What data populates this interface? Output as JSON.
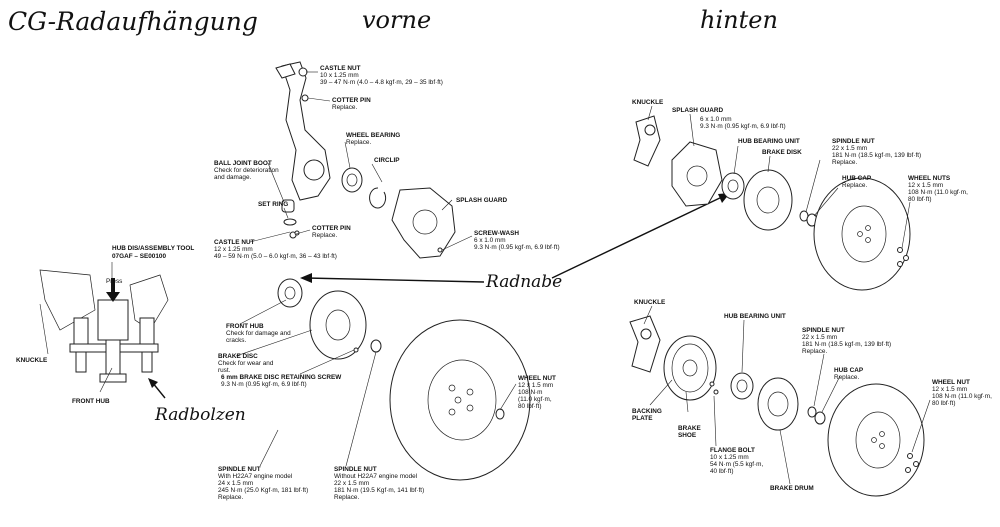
{
  "headings": {
    "title": "CG-Radaufhängung",
    "front": "vorne",
    "rear": "hinten"
  },
  "annotations": {
    "hub": "Radnabe",
    "bolts": "Radbolzen"
  },
  "front": {
    "castle_nut_top": [
      "CASTLE NUT",
      "10 x 1.25 mm",
      "39 – 47 N·m (4.0 – 4.8 kgf·m, 29 – 35 lbf·ft)"
    ],
    "cotter_pin_top": [
      "COTTER PIN",
      "Replace."
    ],
    "wheel_bearing": [
      "WHEEL BEARING",
      "Replace."
    ],
    "circlip": [
      "CIRCLIP"
    ],
    "ball_joint_boot": [
      "BALL JOINT BOOT",
      "Check for deterioration",
      "and damage."
    ],
    "set_ring": [
      "SET RING"
    ],
    "splash_guard": [
      "SPLASH GUARD"
    ],
    "cotter_pin_low": [
      "COTTER PIN",
      "Replace."
    ],
    "castle_nut_low": [
      "CASTLE NUT",
      "12 x 1.25 mm",
      "49 – 59 N·m (5.0 – 6.0 kgf·m, 36 – 43 lbf·ft)"
    ],
    "screw_washer": [
      "SCREW-WASH",
      "6 x 1.0 mm",
      "9.3 N·m (0.95 kgf·m, 6.9 lbf·ft)"
    ],
    "front_hub": [
      "FRONT HUB",
      "Check for damage and",
      "cracks."
    ],
    "brake_disc": [
      "BRAKE DISC",
      "Check for wear and",
      "rust."
    ],
    "retaining_screw": [
      "6 mm BRAKE DISC RETAINING SCREW",
      "9.3 N·m (0.95 kgf·m, 6.9 lbf·ft)"
    ],
    "wheel_nut": [
      "WHEEL NUT",
      "12 x 1.5 mm",
      "108 N·m",
      "(11.0 kgf·m,",
      "80 lbf·ft)"
    ],
    "spindle_nut_h22": [
      "SPINDLE NUT",
      "With H22A7 engine model",
      "24 x 1.5 mm",
      "245 N·m (25.0 Kgf·m, 181 lbf·ft)",
      "Replace."
    ],
    "spindle_nut_other": [
      "SPINDLE NUT",
      "Without H22A7 engine model",
      "22 x 1.5 mm",
      "181 N·m (19.5 Kgf·m, 141 lbf·ft)",
      "Replace."
    ]
  },
  "tool": {
    "title": [
      "HUB DIS/ASSEMBLY TOOL",
      "07GAF – SE00100"
    ],
    "press": "Press",
    "knuckle": "KNUCKLE",
    "front_hub": "FRONT HUB"
  },
  "rear_disc": {
    "knuckle": [
      "KNUCKLE"
    ],
    "splash_guard": [
      "SPLASH GUARD",
      "6 x 1.0 mm",
      "9.3 N·m (0.95 kgf·m, 6.9 lbf·ft)"
    ],
    "hub_bearing_unit": [
      "HUB BEARING UNIT"
    ],
    "brake_disk": [
      "BRAKE DISK"
    ],
    "spindle_nut": [
      "SPINDLE NUT",
      "22 x 1.5 mm",
      "181 N·m (18.5 kgf·m, 139 lbf·ft)",
      "Replace."
    ],
    "hub_cap": [
      "HUB CAP",
      "Replace."
    ],
    "wheel_nuts": [
      "WHEEL NUTS",
      "12 x 1.5 mm",
      "108 N·m (11.0 kgf·m,",
      "80 lbf·ft)"
    ]
  },
  "rear_drum": {
    "knuckle": [
      "KNUCKLE"
    ],
    "hub_bearing_unit": [
      "HUB BEARING UNIT"
    ],
    "spindle_nut": [
      "SPINDLE NUT",
      "22 x 1.5 mm",
      "181 N·m (18.5 kgf·m, 139 lbf·ft)",
      "Replace."
    ],
    "hub_cap": [
      "HUB CAP",
      "Replace."
    ],
    "wheel_nut": [
      "WHEEL NUT",
      "12 x 1.5 mm",
      "108 N·m (11.0 kgf·m,",
      "80 lbf·ft)"
    ],
    "backing_plate": [
      "BACKING",
      "PLATE"
    ],
    "brake_shoe": [
      "BRAKE",
      "SHOE"
    ],
    "flange_bolt": [
      "FLANGE BOLT",
      "10 x 1.25 mm",
      "54 N·m (5.5 kgf·m,",
      "40 lbf·ft)"
    ],
    "brake_drum": [
      "BRAKE DRUM"
    ]
  }
}
